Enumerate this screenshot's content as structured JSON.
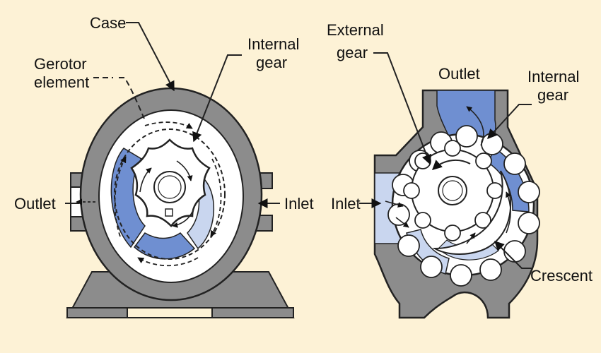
{
  "colors": {
    "background": "#fdf2d6",
    "case_gray": "#8c8c8c",
    "case_light": "#c9c9c9",
    "fluid_blue": "#6f8fd1",
    "fluid_light": "#c9d6ef",
    "white": "#ffffff",
    "outline": "#222222"
  },
  "left_diagram": {
    "labels": {
      "case": "Case",
      "gerotor_line1": "Gerotor",
      "gerotor_line2": "element",
      "internal_gear_line1": "Internal",
      "internal_gear_line2": "gear",
      "outlet": "Outlet",
      "inlet": "Inlet"
    }
  },
  "right_diagram": {
    "labels": {
      "external_gear_line1": "External",
      "external_gear_line2": "gear",
      "outlet": "Outlet",
      "internal_gear_line1": "Internal",
      "internal_gear_line2": "gear",
      "inlet": "Inlet",
      "crescent": "Crescent"
    }
  }
}
